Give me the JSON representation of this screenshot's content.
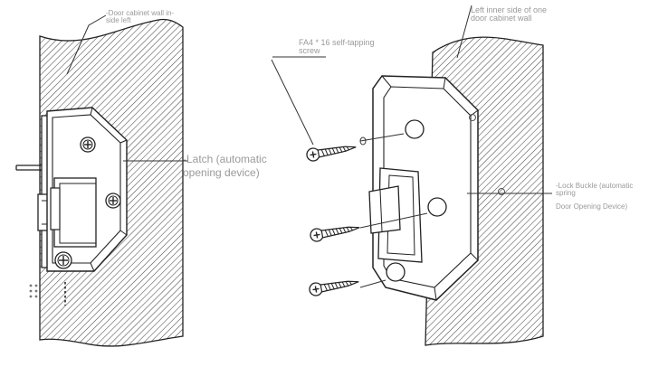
{
  "labels": {
    "left_wall": [
      "-Door cabinet wall in-",
      "side left"
    ],
    "latch": [
      "-Latch (automatic",
      "opening device)"
    ],
    "right_wall": [
      "Left inner side of one",
      "door cabinet wall"
    ],
    "screw": [
      "FA4 * 16 self-tapping",
      "screw"
    ],
    "lock_buckle": [
      "-Lock Buckle (automatic",
      "spring",
      "Door Opening Device)"
    ]
  },
  "colors": {
    "stroke": "#222222",
    "hatch": "#4a4a4a",
    "label": "#9a9a9a"
  },
  "icons": [
    "screw-icon",
    "phillips-head-icon"
  ]
}
